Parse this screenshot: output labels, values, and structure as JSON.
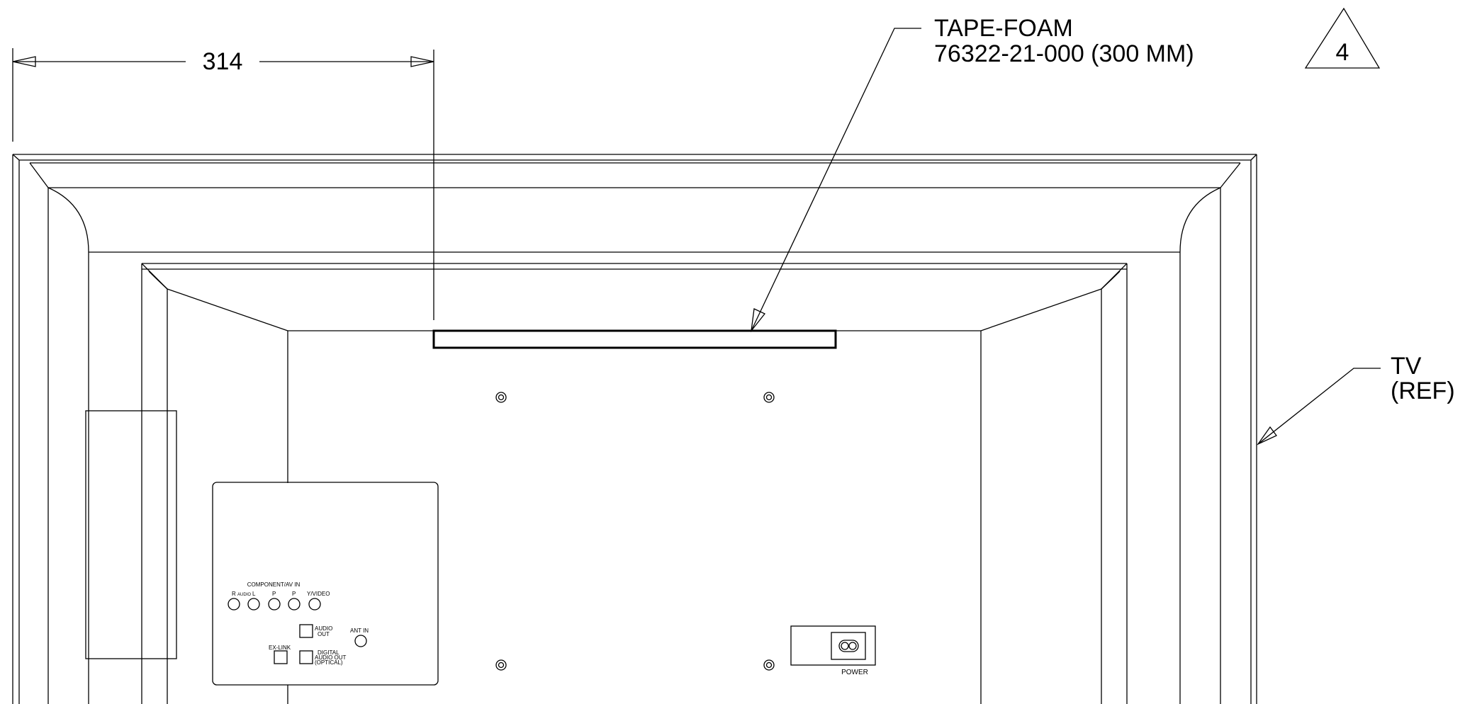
{
  "dimension": {
    "value": "314"
  },
  "callouts": {
    "tape_foam": {
      "title": "TAPE-FOAM",
      "part": "76322-21-000 (300 MM)",
      "note_number": "4"
    },
    "tv_ref": {
      "line1": "TV",
      "line2": "(REF)"
    }
  },
  "panel": {
    "title": "COMPONENT/AV IN",
    "jack_labels": {
      "r": "R",
      "audio": "AUDIO",
      "l": "L",
      "pr": "P",
      "pb": "P",
      "yvideo": "Y/VIDEO"
    },
    "audio_out": [
      "AUDIO",
      "OUT"
    ],
    "ant_in": "ANT IN",
    "ex_link": "EX-LINK",
    "digital_audio_out": [
      "DIGITAL",
      "AUDIO OUT",
      "(OPTICAL)"
    ]
  },
  "power": {
    "label": "POWER"
  }
}
